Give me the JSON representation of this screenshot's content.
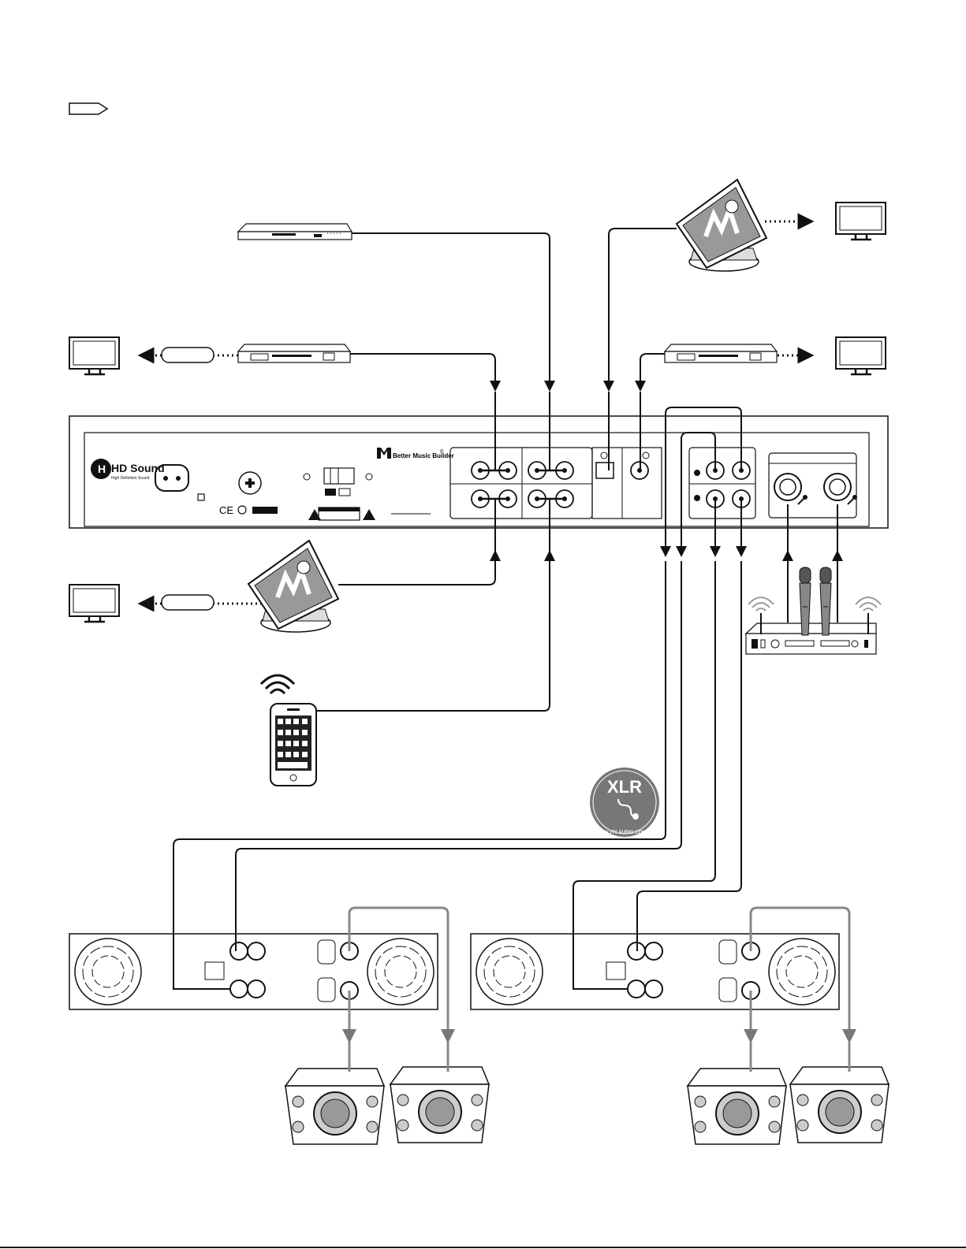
{
  "brand": {
    "name": "Better Music Builder",
    "mark": "®",
    "hd_title": "HD Sound",
    "hd_sub": "High Definition Sound",
    "hd_prefix": "H",
    "xlr_title": "XLR",
    "xlr_sub": "HIGH QUALITY AUDIO CONNECTOR",
    "ce": "CE"
  },
  "colors": {
    "line": "#111111",
    "grey_cable": "#8a8a8a",
    "panel_fill": "#ffffff"
  },
  "icons": [
    "arrow-right-icon",
    "dvd-player-icon",
    "karaoke-player-icon",
    "touchscreen-monitor-icon",
    "tv-icon",
    "smartphone-icon",
    "wifi-icon",
    "wireless-mic-receiver-icon",
    "microphone-icon",
    "power-amplifier-icon",
    "speaker-icon",
    "xlr-badge-icon",
    "warning-icon",
    "arrow-down-icon",
    "arrow-up-icon"
  ]
}
